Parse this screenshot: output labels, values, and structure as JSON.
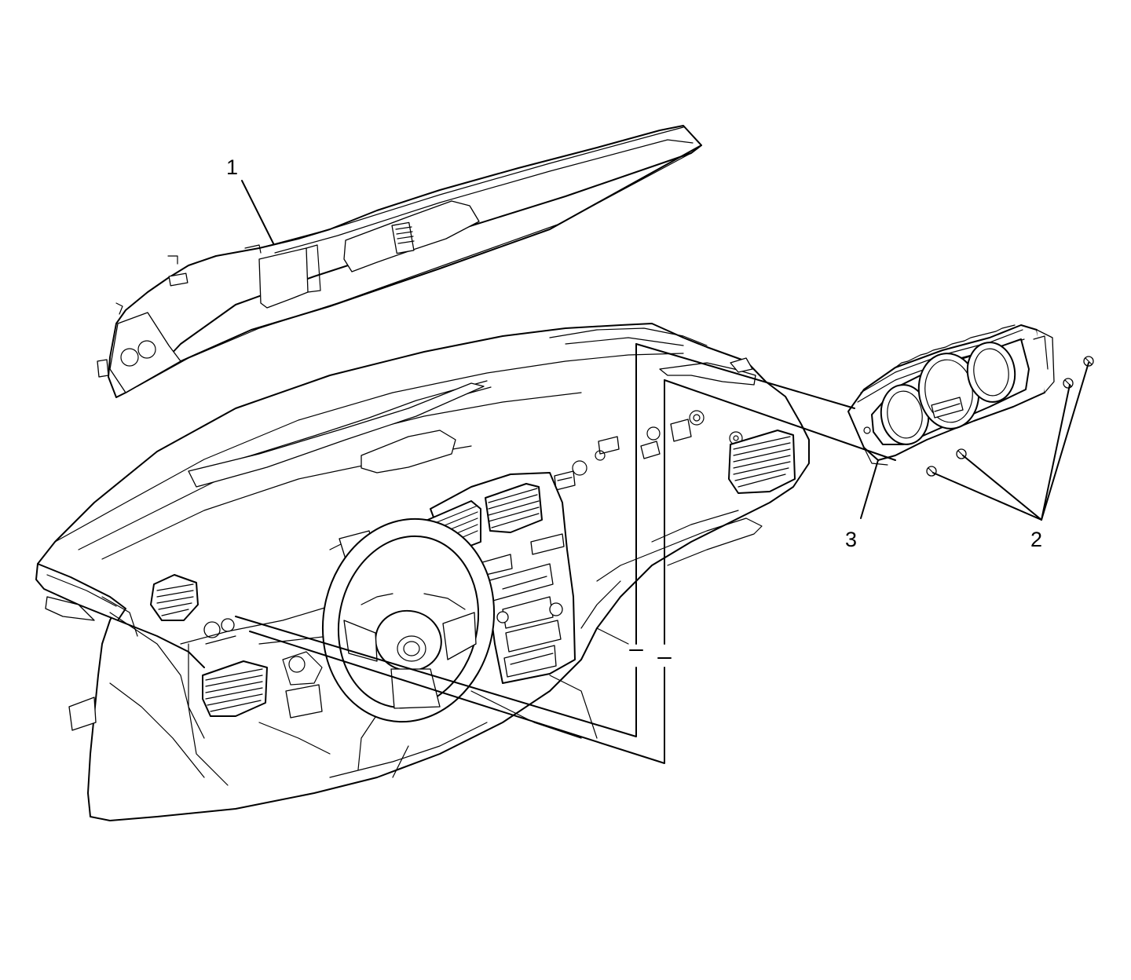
{
  "callouts": {
    "one": "1",
    "two": "2",
    "three": "3"
  }
}
